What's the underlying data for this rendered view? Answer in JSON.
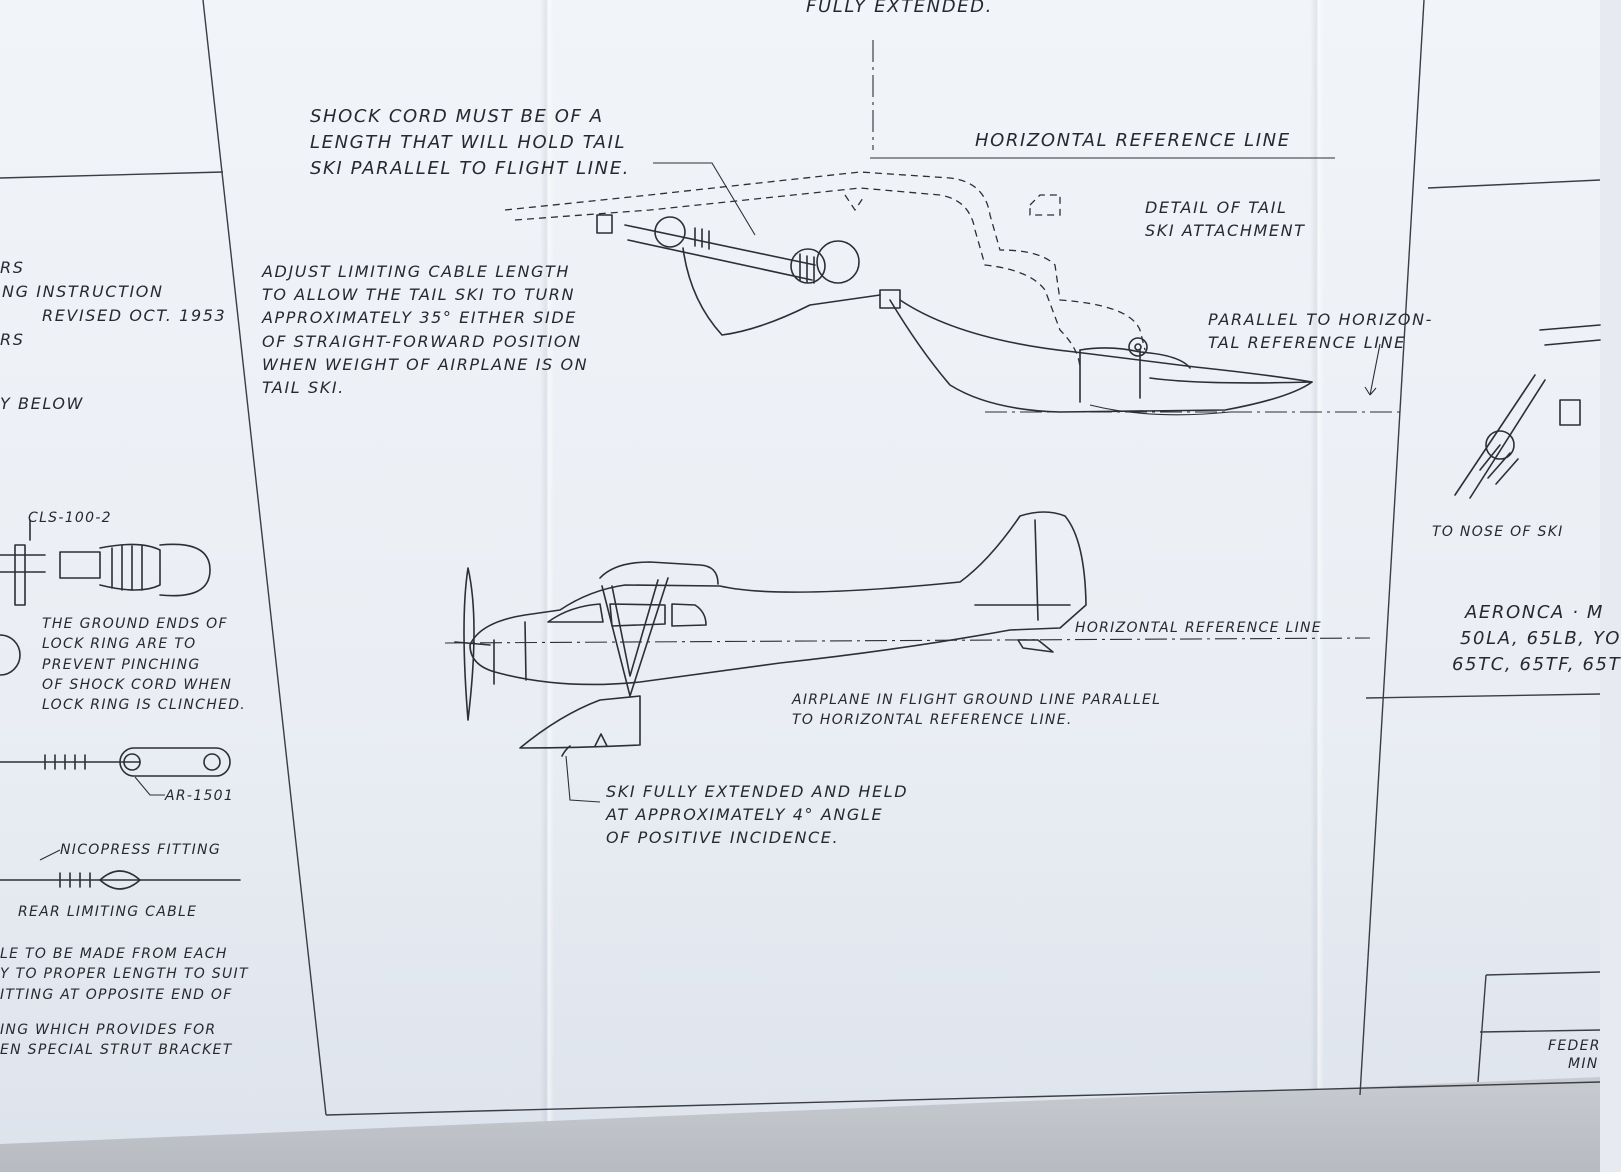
{
  "top_note": "FULLY EXTENDED.",
  "shock_cord_note": "SHOCK CORD MUST BE OF A\nLENGTH THAT WILL HOLD TAIL\nSKI PARALLEL TO FLIGHT LINE.",
  "horizontal_reference_line_top": "HORIZONTAL REFERENCE LINE",
  "detail_title": "DETAIL OF TAIL\nSKI ATTACHMENT",
  "adjust_note": "ADJUST LIMITING CABLE LENGTH\nTO ALLOW THE TAIL SKI TO TURN\nAPPROXIMATELY 35° EITHER SIDE\nOF STRAIGHT-FORWARD POSITION\nWHEN WEIGHT OF AIRPLANE IS ON\nTAIL SKI.",
  "parallel_note": "PARALLEL TO HORIZON-\nTAL REFERENCE LINE",
  "left_column": {
    "line_1": "RS",
    "line_2": "NG INSTRUCTION",
    "line_3": "REVISED OCT. 1953",
    "line_4": "RS",
    "line_5": "Y BELOW",
    "cls_part": "CLS-100-2",
    "ground_ends_note": "THE GROUND ENDS OF\nLOCK RING ARE TO\nPREVENT PINCHING\nOF SHOCK CORD WHEN\nLOCK RING IS CLINCHED.",
    "ar_part": "AR-1501",
    "nicopress": "NICOPRESS FITTING",
    "rear_cable": "REAR LIMITING CABLE",
    "cable_note": "LE TO BE MADE FROM EACH\nY TO PROPER LENGTH TO SUIT\nITTING AT OPPOSITE END OF",
    "bracket_note": "ING WHICH PROVIDES FOR\nEN SPECIAL STRUT BRACKET"
  },
  "airplane": {
    "horizontal_reference_line": "HORIZONTAL REFERENCE LINE",
    "in_flight_note": "AIRPLANE IN FLIGHT GROUND LINE PARALLEL\nTO HORIZONTAL REFERENCE LINE.",
    "ski_extended_note": "SKI FULLY EXTENDED AND HELD\nAT APPROXIMATELY 4° ANGLE\nOF POSITIVE INCIDENCE."
  },
  "right_column": {
    "to_nose": "TO NOSE OF SKI",
    "aeronca_title": "AERONCA · M",
    "models_1": "50LA, 65LB, YO",
    "models_2": "65TC, 65TF, 65T",
    "federal_1": "FEDER",
    "federal_2": "MIN"
  }
}
